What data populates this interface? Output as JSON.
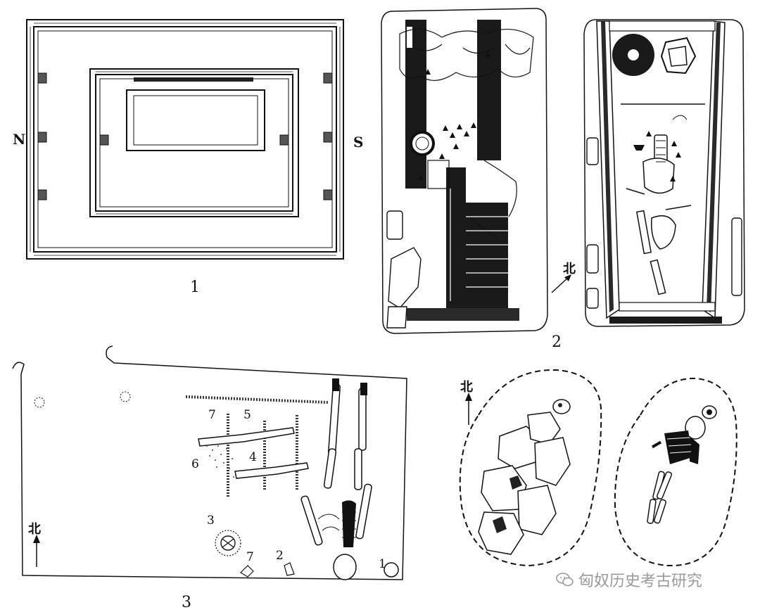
{
  "figure1": {
    "number": "1",
    "west_label": "N",
    "east_label": "S"
  },
  "figure2": {
    "number": "2",
    "north_label": "北"
  },
  "figure3": {
    "number": "3",
    "north_label": "北",
    "items": [
      "1",
      "2",
      "3",
      "4",
      "5",
      "6",
      "7",
      "7"
    ]
  },
  "figure4": {
    "north_label": "北"
  },
  "watermark": {
    "text": "匈奴历史考古研究"
  }
}
